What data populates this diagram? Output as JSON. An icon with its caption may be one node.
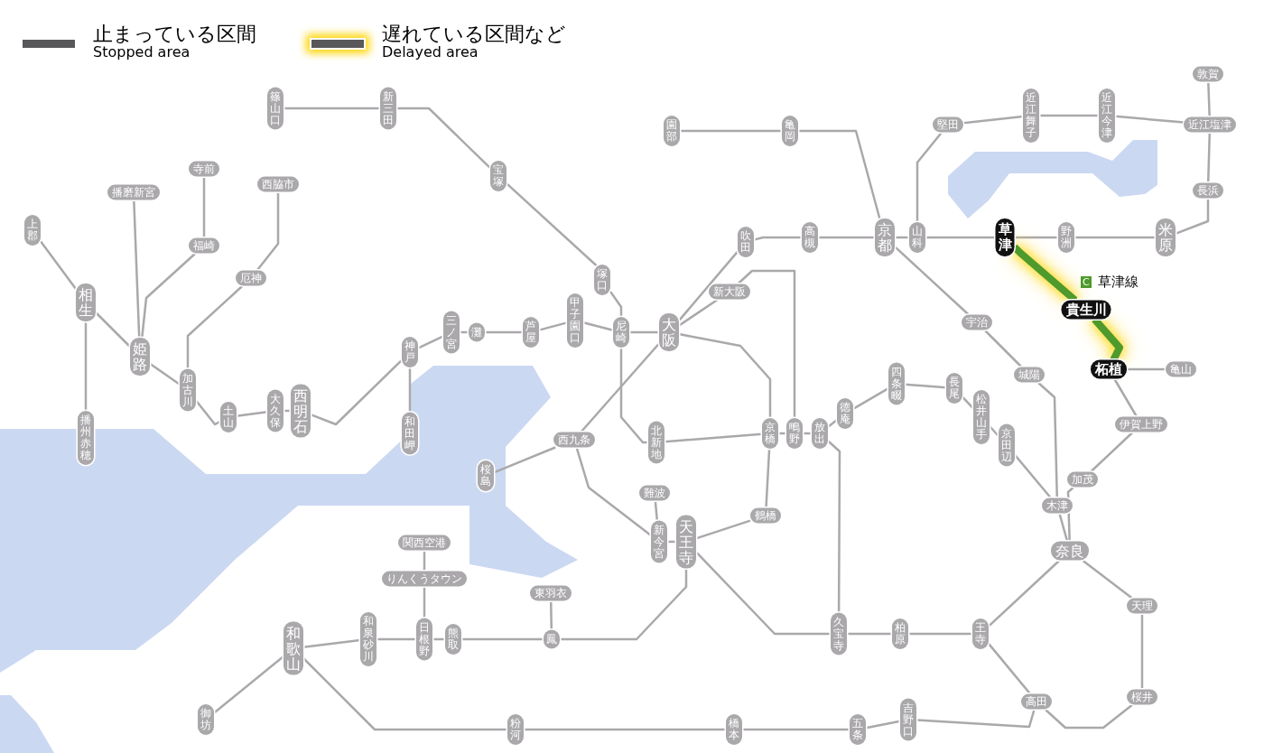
{
  "diagram": {
    "nodes": [
      {
        "text": [
          "篠山口"
        ]
      },
      {
        "text": [
          "新三田"
        ]
      },
      {
        "text": [
          "宝塚"
        ]
      },
      {
        "text": [
          "塚口"
        ]
      },
      {
        "text": [
          "尼崎"
        ]
      },
      {
        "text": [
          "大阪"
        ]
      },
      {
        "text": [
          "新大阪"
        ]
      },
      {
        "text": [
          "吹田"
        ]
      },
      {
        "text": [
          "高槻"
        ]
      },
      {
        "text": [
          "京都"
        ]
      },
      {
        "text": [
          "山科"
        ]
      },
      {
        "text": [
          "園部"
        ]
      },
      {
        "text": [
          "亀岡"
        ]
      },
      {
        "text": [
          "堅田"
        ]
      },
      {
        "text": [
          "近江舞子"
        ]
      },
      {
        "text": [
          "近江今津"
        ]
      },
      {
        "text": [
          "近江塩津"
        ]
      },
      {
        "text": [
          "敦賀"
        ]
      },
      {
        "text": [
          "長浜"
        ]
      },
      {
        "text": [
          "米原"
        ]
      },
      {
        "text": [
          "野洲"
        ]
      },
      {
        "text": [
          "草津"
        ]
      },
      {
        "text": [
          "貴生川"
        ]
      },
      {
        "text": [
          "柘植"
        ]
      },
      {
        "text": [
          "亀山"
        ]
      },
      {
        "text": [
          "伊賀上野"
        ]
      },
      {
        "text": [
          "加茂"
        ]
      },
      {
        "text": [
          "木津"
        ]
      },
      {
        "text": [
          "奈良"
        ]
      },
      {
        "text": [
          "天理"
        ]
      },
      {
        "text": [
          "桜井"
        ]
      },
      {
        "text": [
          "高田"
        ]
      },
      {
        "text": [
          "王寺"
        ]
      },
      {
        "text": [
          "柏原"
        ]
      },
      {
        "text": [
          "久宝寺"
        ]
      },
      {
        "text": [
          "宇治"
        ]
      },
      {
        "text": [
          "城陽"
        ]
      },
      {
        "text": [
          "京田辺"
        ]
      },
      {
        "text": [
          "松井山手"
        ]
      },
      {
        "text": [
          "長尾"
        ]
      },
      {
        "text": [
          "四条畷"
        ]
      },
      {
        "text": [
          "徳庵"
        ]
      },
      {
        "text": [
          "放出"
        ]
      },
      {
        "text": [
          "鴫野"
        ]
      },
      {
        "text": [
          "京橋"
        ]
      },
      {
        "text": [
          "北新地"
        ]
      },
      {
        "text": [
          "西九条"
        ]
      },
      {
        "text": [
          "桜島"
        ]
      },
      {
        "text": [
          "鶴橋"
        ]
      },
      {
        "text": [
          "難波"
        ]
      },
      {
        "text": [
          "新今宮"
        ]
      },
      {
        "text": [
          "天王寺"
        ]
      },
      {
        "text": [
          "東羽衣"
        ]
      },
      {
        "text": [
          "鳳"
        ]
      },
      {
        "text": [
          "熊取"
        ]
      },
      {
        "text": [
          "日根野"
        ]
      },
      {
        "text": [
          "りんくうタウン"
        ]
      },
      {
        "text": [
          "関西空港"
        ]
      },
      {
        "text": [
          "和泉砂川"
        ]
      },
      {
        "text": [
          "和歌山"
        ]
      },
      {
        "text": [
          "御坊"
        ]
      },
      {
        "text": [
          "粉河"
        ]
      },
      {
        "text": [
          "橋本"
        ]
      },
      {
        "text": [
          "五条"
        ]
      },
      {
        "text": [
          "吉野口"
        ]
      },
      {
        "text": [
          "神戸"
        ]
      },
      {
        "text": [
          "三ノ宮"
        ]
      },
      {
        "text": [
          "灘"
        ]
      },
      {
        "text": [
          "芦屋"
        ]
      },
      {
        "text": [
          "甲子園口"
        ]
      },
      {
        "text": [
          "和田岬"
        ]
      },
      {
        "text": [
          "西明石"
        ]
      },
      {
        "text": [
          "大久保"
        ]
      },
      {
        "text": [
          "土山"
        ]
      },
      {
        "text": [
          "加古川"
        ]
      },
      {
        "text": [
          "厄神"
        ]
      },
      {
        "text": [
          "西脇市"
        ]
      },
      {
        "text": [
          "姫路"
        ]
      },
      {
        "text": [
          "福崎"
        ]
      },
      {
        "text": [
          "寺前"
        ]
      },
      {
        "text": [
          "播磨新宮"
        ]
      },
      {
        "text": [
          "相生"
        ]
      },
      {
        "text": [
          "上郡"
        ]
      },
      {
        "text": [
          "播州赤穂"
        ]
      }
    ],
    "edges": [
      {
        "from": 0,
        "to": 1,
        "arrow": "none"
      },
      {
        "from": 1,
        "to": 2,
        "arrow": "none"
      },
      {
        "from": 2,
        "to": 3,
        "arrow": "none"
      },
      {
        "from": 3,
        "to": 4,
        "arrow": "none"
      },
      {
        "from": 82,
        "to": 81,
        "arrow": "none"
      },
      {
        "from": 81,
        "to": 77,
        "arrow": "none"
      },
      {
        "from": 77,
        "to": 74,
        "arrow": "none"
      },
      {
        "from": 74,
        "to": 73,
        "arrow": "none"
      },
      {
        "from": 73,
        "to": 72,
        "arrow": "none"
      },
      {
        "from": 72,
        "to": 71,
        "arrow": "none"
      },
      {
        "from": 71,
        "to": 65,
        "arrow": "none"
      },
      {
        "from": 65,
        "to": 66,
        "arrow": "none"
      },
      {
        "from": 66,
        "to": 67,
        "arrow": "none"
      },
      {
        "from": 67,
        "to": 68,
        "arrow": "none"
      },
      {
        "from": 68,
        "to": 69,
        "arrow": "none"
      },
      {
        "from": 69,
        "to": 4,
        "arrow": "none"
      },
      {
        "from": 4,
        "to": 5,
        "arrow": "none"
      },
      {
        "from": 81,
        "to": 83,
        "arrow": "none"
      },
      {
        "from": 77,
        "to": 80,
        "arrow": "none"
      },
      {
        "from": 77,
        "to": 78,
        "arrow": "none"
      },
      {
        "from": 78,
        "to": 79,
        "arrow": "none"
      },
      {
        "from": 74,
        "to": 75,
        "arrow": "none"
      },
      {
        "from": 75,
        "to": 76,
        "arrow": "none"
      },
      {
        "from": 65,
        "to": 70,
        "arrow": "none"
      },
      {
        "from": 5,
        "to": 6,
        "arrow": "none"
      },
      {
        "from": 5,
        "to": 7,
        "arrow": "none"
      },
      {
        "from": 7,
        "to": 8,
        "arrow": "none"
      },
      {
        "from": 8,
        "to": 9,
        "arrow": "none"
      },
      {
        "from": 9,
        "to": 10,
        "arrow": "none"
      },
      {
        "from": 10,
        "to": 21,
        "arrow": "none"
      },
      {
        "from": 21,
        "to": 20,
        "arrow": "none"
      },
      {
        "from": 20,
        "to": 19,
        "arrow": "none"
      },
      {
        "from": 19,
        "to": 18,
        "arrow": "none"
      },
      {
        "from": 18,
        "to": 16,
        "arrow": "none"
      },
      {
        "from": 16,
        "to": 17,
        "arrow": "none"
      },
      {
        "from": 10,
        "to": 13,
        "arrow": "none"
      },
      {
        "from": 13,
        "to": 14,
        "arrow": "none"
      },
      {
        "from": 14,
        "to": 15,
        "arrow": "none"
      },
      {
        "from": 15,
        "to": 16,
        "arrow": "none"
      },
      {
        "from": 11,
        "to": 12,
        "arrow": "none"
      },
      {
        "from": 12,
        "to": 9,
        "arrow": "none"
      },
      {
        "from": 6,
        "to": 43,
        "arrow": "none"
      },
      {
        "from": 5,
        "to": 46,
        "arrow": "none"
      },
      {
        "from": 46,
        "to": 47,
        "arrow": "none"
      },
      {
        "from": 46,
        "to": 50,
        "arrow": "none"
      },
      {
        "from": 50,
        "to": 51,
        "arrow": "none"
      },
      {
        "from": 51,
        "to": 48,
        "arrow": "none"
      },
      {
        "from": 48,
        "to": 44,
        "arrow": "none"
      },
      {
        "from": 44,
        "to": 5,
        "arrow": "none"
      },
      {
        "from": 4,
        "to": 45,
        "arrow": "none"
      },
      {
        "from": 45,
        "to": 44,
        "arrow": "none"
      },
      {
        "from": 44,
        "to": 43,
        "arrow": "none"
      },
      {
        "from": 43,
        "to": 42,
        "arrow": "none"
      },
      {
        "from": 42,
        "to": 41,
        "arrow": "none"
      },
      {
        "from": 41,
        "to": 40,
        "arrow": "none"
      },
      {
        "from": 40,
        "to": 39,
        "arrow": "none"
      },
      {
        "from": 39,
        "to": 38,
        "arrow": "none"
      },
      {
        "from": 38,
        "to": 37,
        "arrow": "none"
      },
      {
        "from": 37,
        "to": 27,
        "arrow": "none"
      },
      {
        "from": 9,
        "to": 35,
        "arrow": "none"
      },
      {
        "from": 35,
        "to": 36,
        "arrow": "none"
      },
      {
        "from": 36,
        "to": 27,
        "arrow": "none"
      },
      {
        "from": 27,
        "to": 28,
        "arrow": "none"
      },
      {
        "from": 23,
        "to": 25,
        "arrow": "none"
      },
      {
        "from": 25,
        "to": 26,
        "arrow": "none"
      },
      {
        "from": 26,
        "to": 28,
        "arrow": "none"
      },
      {
        "from": 28,
        "to": 32,
        "arrow": "none"
      },
      {
        "from": 32,
        "to": 33,
        "arrow": "none"
      },
      {
        "from": 33,
        "to": 34,
        "arrow": "none"
      },
      {
        "from": 34,
        "to": 51,
        "arrow": "none"
      },
      {
        "from": 42,
        "to": 34,
        "arrow": "none"
      },
      {
        "from": 28,
        "to": 29,
        "arrow": "none"
      },
      {
        "from": 29,
        "to": 30,
        "arrow": "none"
      },
      {
        "from": 30,
        "to": 31,
        "arrow": "none"
      },
      {
        "from": 32,
        "to": 31,
        "arrow": "none"
      },
      {
        "from": 31,
        "to": 64,
        "arrow": "none"
      },
      {
        "from": 64,
        "to": 63,
        "arrow": "none"
      },
      {
        "from": 63,
        "to": 62,
        "arrow": "none"
      },
      {
        "from": 62,
        "to": 61,
        "arrow": "none"
      },
      {
        "from": 61,
        "to": 59,
        "arrow": "none"
      },
      {
        "from": 59,
        "to": 60,
        "arrow": "none"
      },
      {
        "from": 59,
        "to": 58,
        "arrow": "none"
      },
      {
        "from": 58,
        "to": 55,
        "arrow": "none"
      },
      {
        "from": 55,
        "to": 54,
        "arrow": "none"
      },
      {
        "from": 54,
        "to": 53,
        "arrow": "none"
      },
      {
        "from": 53,
        "to": 51,
        "arrow": "none"
      },
      {
        "from": 53,
        "to": 52,
        "arrow": "none"
      },
      {
        "from": 55,
        "to": 56,
        "arrow": "none"
      },
      {
        "from": 56,
        "to": 57,
        "arrow": "none"
      },
      {
        "from": 49,
        "to": 50,
        "arrow": "none"
      },
      {
        "from": 21,
        "to": 22,
        "arrow": "none",
        "style": "thick",
        "color": "#4e9a2c"
      },
      {
        "from": 22,
        "to": 23,
        "arrow": "none",
        "style": "thick",
        "color": "#4e9a2c"
      },
      {
        "from": 23,
        "to": 24,
        "arrow": "none"
      }
    ],
    "labels": [
      "C",
      "草津線"
    ],
    "legend": [
      {
        "text": "止まっている区間 Stopped area",
        "color": "#58575a"
      },
      {
        "text": "遅れている区間など Delayed area"
      }
    ]
  }
}
